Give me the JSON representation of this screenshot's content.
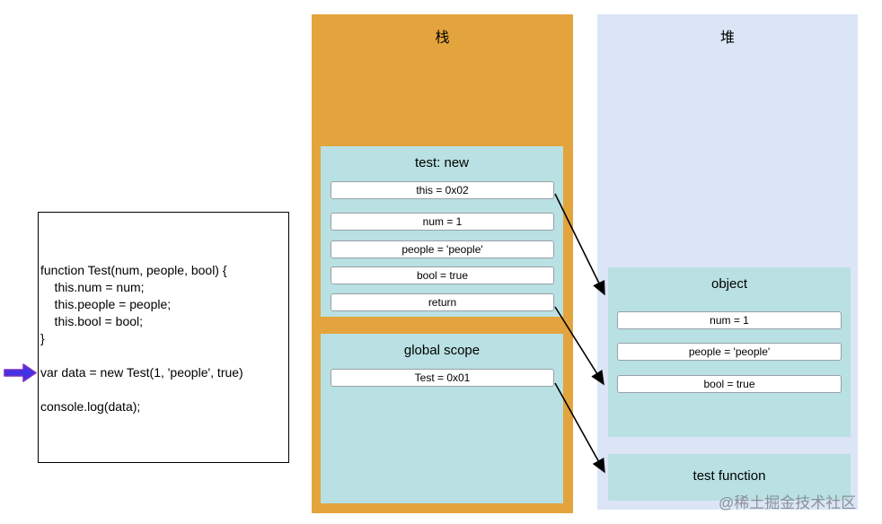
{
  "code_panel": {
    "lines": [
      "function Test(num, people, bool) {",
      "    this.num = num;",
      "    this.people = people;",
      "    this.bool = bool;",
      "}",
      "",
      "var data = new Test(1, 'people', true)",
      "",
      "console.log(data);"
    ],
    "pointer_icon": "arrow-right-icon",
    "pointer_target_line": "var data = new Test(1, 'people', true)"
  },
  "stack": {
    "title": "栈",
    "frames": [
      {
        "title": "test: new",
        "slots": [
          "this = 0x02",
          "num = 1",
          "people = 'people'",
          "bool = true",
          "return"
        ]
      },
      {
        "title": "global scope",
        "slots": [
          "Test = 0x01"
        ]
      }
    ]
  },
  "heap": {
    "title": "堆",
    "blocks": [
      {
        "title": "object",
        "slots": [
          "num = 1",
          "people = 'people'",
          "bool = true"
        ]
      },
      {
        "title": "test function",
        "slots": []
      }
    ]
  },
  "arrows": [
    {
      "from": "this = 0x02",
      "to": "object"
    },
    {
      "from": "return",
      "to": "object"
    },
    {
      "from": "Test = 0x01",
      "to": "test function"
    }
  ],
  "watermark": "@稀土掘金技术社区",
  "colors": {
    "stack_bg": "#E4A43D",
    "heap_bg": "#DBE5F6",
    "box_bg": "#B9E0E2",
    "slot_bg": "#FFFFFF",
    "pointer_fill": "#4331E4",
    "pointer_stroke": "#7B2FC4",
    "arrow_stroke": "#000000",
    "watermark_gray": "#8B9199"
  }
}
